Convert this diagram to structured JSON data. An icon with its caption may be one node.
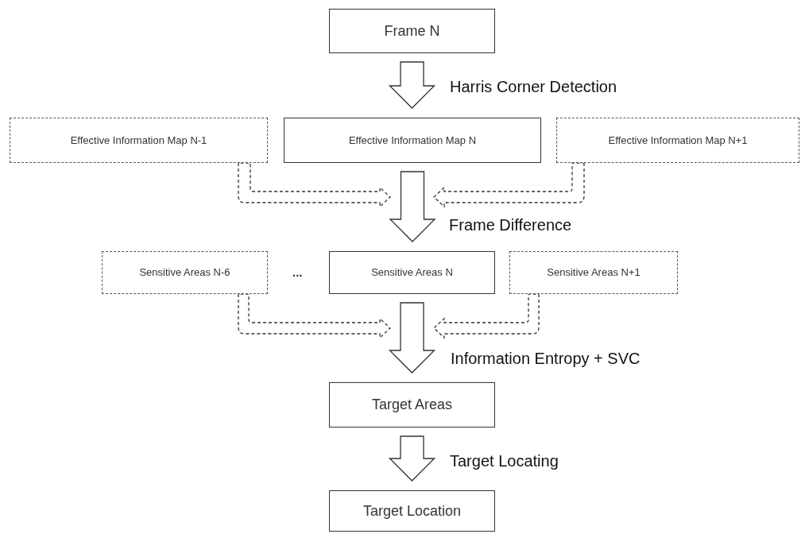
{
  "diagram": {
    "nodes": [
      {
        "text": [
          "Frame N"
        ]
      },
      {
        "text": [
          "Effective Information Map N-1"
        ]
      },
      {
        "text": [
          "Effective Information Map N"
        ]
      },
      {
        "text": [
          "Effective Information Map N+1"
        ]
      },
      {
        "text": [
          "Sensitive Areas N-6"
        ]
      },
      {
        "text": [
          "Sensitive Areas N"
        ]
      },
      {
        "text": [
          "Sensitive Areas N+1"
        ]
      },
      {
        "text": [
          "Target Areas"
        ]
      },
      {
        "text": [
          "Target Location"
        ]
      }
    ],
    "edges": [
      {
        "from": 0,
        "to": 2,
        "arrow": "to",
        "label": "Harris Corner Detection"
      },
      {
        "from": 1,
        "to": null,
        "arrow": "to",
        "style": "dashed"
      },
      {
        "from": 3,
        "to": null,
        "arrow": "to",
        "style": "dashed"
      },
      {
        "from": 2,
        "to": 5,
        "arrow": "to",
        "label": "Frame Difference"
      },
      {
        "from": 4,
        "to": null,
        "arrow": "to",
        "style": "dashed"
      },
      {
        "from": 6,
        "to": null,
        "arrow": "to",
        "style": "dashed"
      },
      {
        "from": 5,
        "to": 7,
        "arrow": "to",
        "label": "Information Entropy + SVC"
      },
      {
        "from": 7,
        "to": 8,
        "arrow": "to",
        "label": "Target Locating"
      }
    ],
    "labels": [
      "..."
    ]
  }
}
